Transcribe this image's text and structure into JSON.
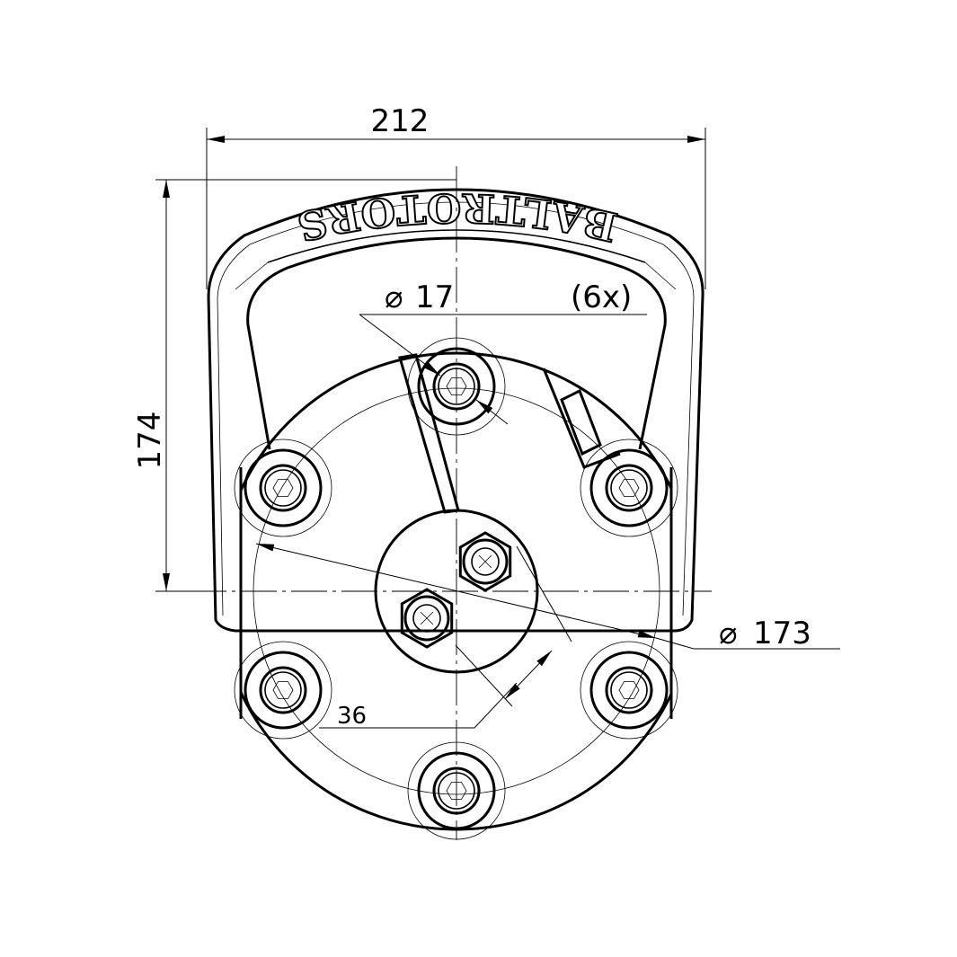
{
  "drawing": {
    "logo_text": "BALTROTORS",
    "dimensions": {
      "width": "212",
      "height": "174",
      "hole_diameter": "17",
      "hole_count": "(6x)",
      "bolt_circle_diameter": "173",
      "offset": "36"
    },
    "diameter_symbol": "⌀"
  }
}
